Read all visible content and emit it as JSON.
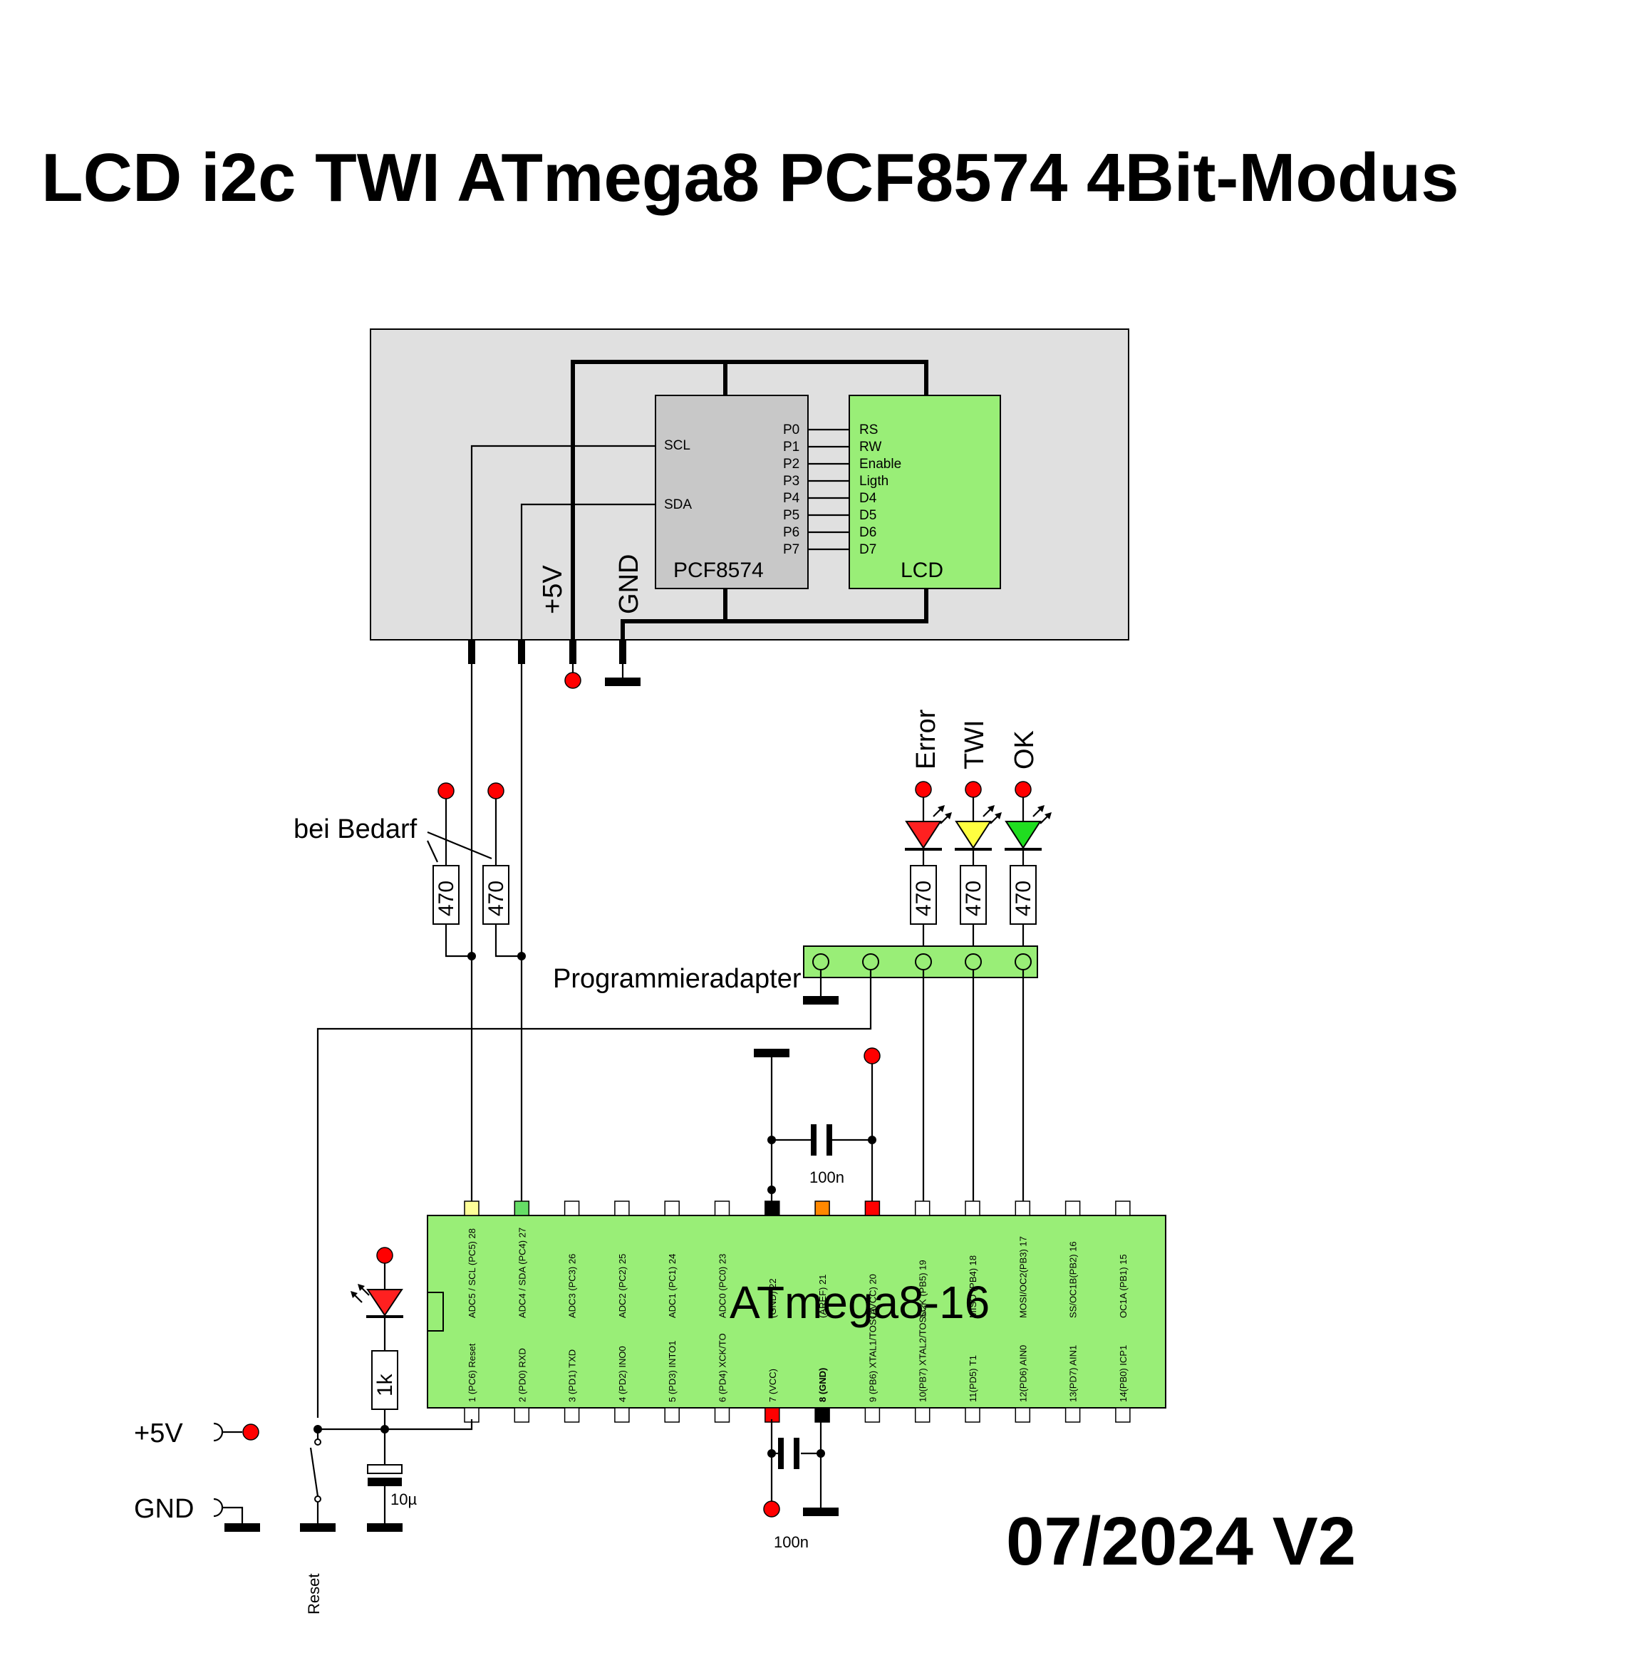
{
  "title": "LCD i2c TWI ATmega8 PCF8574 4Bit-Modus",
  "version": "07/2024 V2",
  "module": {
    "pcf_label": "PCF8574",
    "lcd_label": "LCD",
    "scl": "SCL",
    "sda": "SDA",
    "pcf_pins": [
      "P0",
      "P1",
      "P2",
      "P3",
      "P4",
      "P5",
      "P6",
      "P7"
    ],
    "lcd_pins": [
      "RS",
      "RW",
      "Enable",
      "Ligth",
      "D4",
      "D5",
      "D6",
      "D7"
    ],
    "vcc_label": "+5V",
    "gnd_label": "GND"
  },
  "pullups": {
    "note": "bei Bedarf",
    "value_1": "470",
    "value_2": "470"
  },
  "leds": [
    {
      "label": "Error",
      "color": "#ff2020",
      "resistor": "470"
    },
    {
      "label": "TWI",
      "color": "#ffff40",
      "resistor": "470"
    },
    {
      "label": "OK",
      "color": "#20dd20",
      "resistor": "470"
    }
  ],
  "adapter_label": "Programmieradapter",
  "decoupling_top": "100n",
  "decoupling_bottom": "100n",
  "mcu": {
    "name": "ATmega8-16",
    "top_pins": [
      "ADC5 / SCL (PC5) 28",
      "ADC4 / SDA (PC4) 27",
      "ADC3 (PC3) 26",
      "ADC2 (PC2) 25",
      "ADC1 (PC1) 24",
      "ADC0 (PC0) 23",
      "(GND) 22",
      "(AREF) 21",
      "(AVCC) 20",
      "SCK (PB5) 19",
      "MISO (PB4) 18",
      "MOSI/OC2(PB3) 17",
      "SS/OC1B(PB2) 16",
      "OC1A (PB1) 15"
    ],
    "bottom_pins": [
      "1 (PC6) Reset",
      "2 (PD0) RXD",
      "3 (PD1) TXD",
      "4 (PD2) INO0",
      "5 (PD3) INTO1",
      "6 (PD4) XCK/TO",
      "7 (VCC)",
      "8 (GND)",
      "9 (PB6) XTAL1/TOSC1",
      "10(PB7) XTAL2/TOSC2",
      "11(PD5) T1",
      "12(PD6) AIN0",
      "13(PD7) AIN1",
      "14(PB0) ICP1"
    ],
    "top_pin_colors": [
      "#ffff99",
      "#66dd66",
      "#ffffff",
      "#ffffff",
      "#ffffff",
      "#ffffff",
      "#000000",
      "#ff8800",
      "#ff0000",
      "#ffffff",
      "#ffffff",
      "#ffffff",
      "#ffffff",
      "#ffffff"
    ],
    "bottom_pin_colors": [
      "#ffffff",
      "#ffffff",
      "#ffffff",
      "#ffffff",
      "#ffffff",
      "#ffffff",
      "#ff0000",
      "#000000",
      "#ffffff",
      "#ffffff",
      "#ffffff",
      "#ffffff",
      "#ffffff",
      "#ffffff"
    ]
  },
  "reset_section": {
    "resistor": "1k",
    "capacitor": "10µ",
    "switch_label": "Reset",
    "vcc_label": "+5V",
    "gnd_label": "GND"
  },
  "colors": {
    "module_bg": "#e0e0e0",
    "pcf_fill": "#c8c8c8",
    "lcd_fill": "#99ee77",
    "mcu_fill": "#99ee77",
    "adapter_fill": "#99ee77",
    "vcc_dot": "#ff0000"
  }
}
